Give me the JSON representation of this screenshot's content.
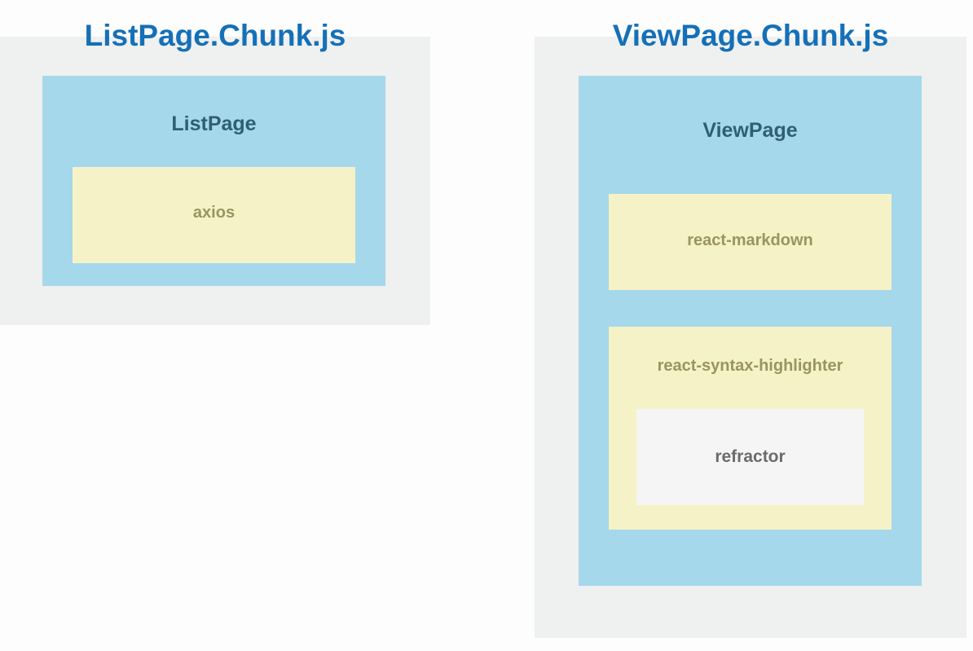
{
  "list_chunk": {
    "title": "ListPage.Chunk.js",
    "page": {
      "label": "ListPage"
    },
    "libs": [
      {
        "label": "axios"
      }
    ]
  },
  "view_chunk": {
    "title": "ViewPage.Chunk.js",
    "page": {
      "label": "ViewPage"
    },
    "libs": [
      {
        "label": "react-markdown"
      },
      {
        "label": "react-syntax-highlighter",
        "deps": [
          {
            "label": "refractor"
          }
        ]
      }
    ]
  },
  "colors": {
    "chunk_title": "#1570b7",
    "chunk_bg": "#eff0f0",
    "page_bg": "#a6d8eb",
    "page_text": "#2e5f73",
    "lib_bg": "#f6f2c8",
    "lib_text": "#9a9461",
    "dep_bg": "#f5f5f5",
    "dep_text": "#6b6b6b"
  }
}
